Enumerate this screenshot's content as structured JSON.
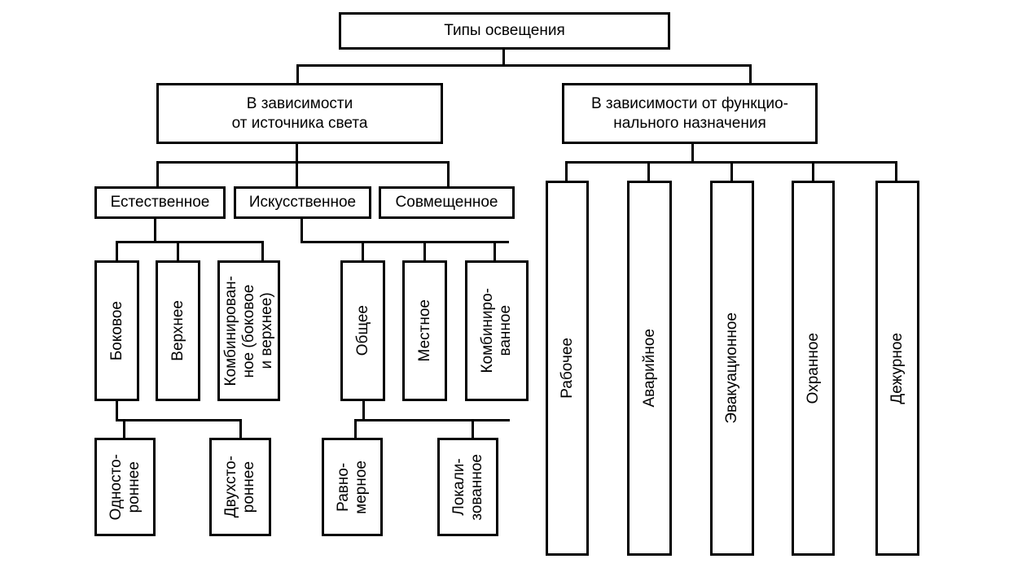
{
  "diagram": {
    "root": "Типы освещения",
    "by_source": {
      "label": "В зависимости\nот источника света",
      "children": [
        {
          "label": "Естественное",
          "children": [
            {
              "label": "Боковое",
              "children": [
                "Односто-\nроннее",
                "Двухсто-\nроннее"
              ]
            },
            {
              "label": "Верхнее"
            },
            {
              "label": "Комбинирован-\nное (боковое\nи верхнее)"
            }
          ]
        },
        {
          "label": "Искусственное",
          "children": [
            {
              "label": "Общее",
              "children": [
                "Равно-\nмерное",
                "Локали-\nзованное"
              ]
            },
            {
              "label": "Местное"
            },
            {
              "label": "Комбиниро-\nванное"
            }
          ]
        },
        {
          "label": "Совмещенное"
        }
      ]
    },
    "by_function": {
      "label": "В зависимости от функцио-\nнального назначения",
      "children": [
        "Рабочее",
        "Аварийное",
        "Эвакуационное",
        "Охранное",
        "Дежурное"
      ]
    }
  }
}
